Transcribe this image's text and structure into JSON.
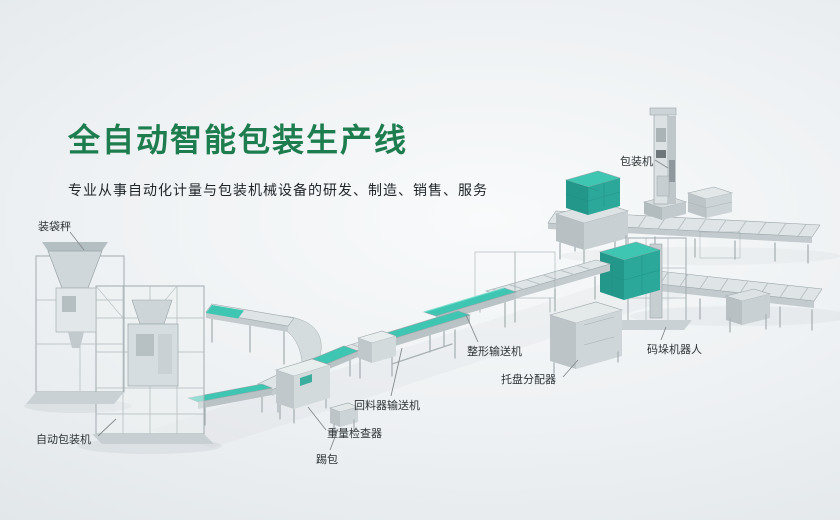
{
  "hero": {
    "title": "全自动智能包装生产线",
    "subtitle": "专业从事自动化计量与包装机械设备的研发、制造、销售、服务"
  },
  "machine_labels": [
    {
      "id": "bagging-scale",
      "text": "装袋秤"
    },
    {
      "id": "packing-machine",
      "text": "包装机"
    },
    {
      "id": "auto-packing-machine",
      "text": "自动包装机"
    },
    {
      "id": "bag-kicker",
      "text": "踢包"
    },
    {
      "id": "weight-checker",
      "text": "重量检查器"
    },
    {
      "id": "return-feeder-conveyor",
      "text": "回料器输送机"
    },
    {
      "id": "shaping-conveyor",
      "text": "整形输送机"
    },
    {
      "id": "pallet-dispenser",
      "text": "托盘分配器"
    },
    {
      "id": "palletizing-robot",
      "text": "码垛机器人"
    }
  ],
  "colors": {
    "title_green": "#1d7d4f",
    "belt_teal": "#3ec6b2",
    "belt_teal_dark": "#2ba899",
    "belt_teal_deep": "#23978a"
  }
}
